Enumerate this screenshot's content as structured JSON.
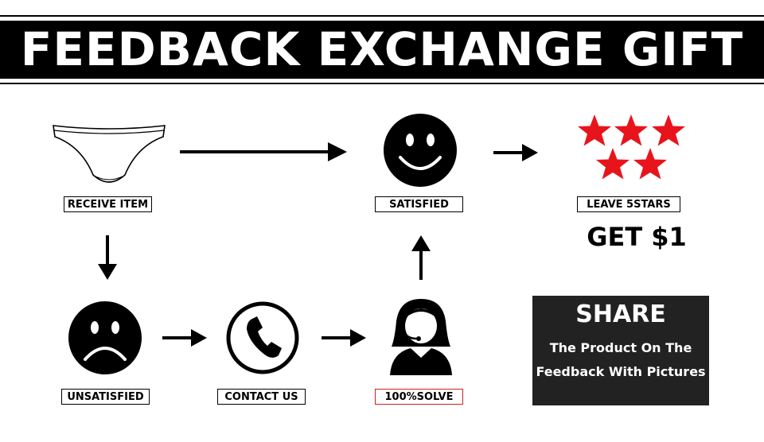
{
  "banner": {
    "title": "FEEDBACK EXCHANGE GIFT"
  },
  "steps": {
    "receive": "RECEIVE ITEM",
    "satisfied": "SATISFIED",
    "leave": "LEAVE 5STARS",
    "unsatisfied": "UNSATISFIED",
    "contact": "CONTACT US",
    "solve": "100%SOLVE"
  },
  "reward": {
    "amount": "GET $1"
  },
  "share": {
    "heading": "SHARE",
    "line1": "The Product On The",
    "line2": "Feedback With Pictures"
  },
  "icons": {
    "item": "underwear-icon",
    "happy": "happy-face-icon",
    "stars": "five-stars-icon",
    "sad": "sad-face-icon",
    "phone": "phone-icon",
    "agent": "support-agent-icon"
  },
  "colors": {
    "star": "#e8141c",
    "solve_border": "#d02020",
    "share_bg": "#222222"
  }
}
